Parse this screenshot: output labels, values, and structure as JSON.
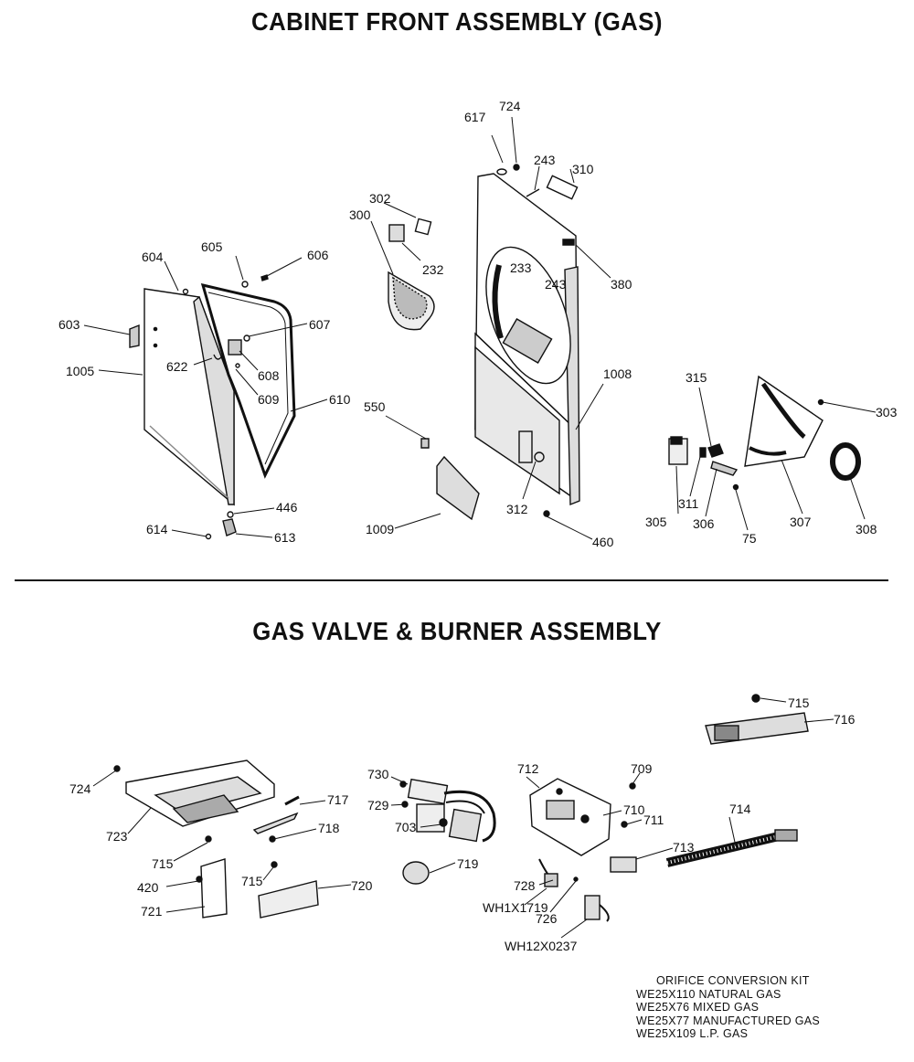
{
  "titles": {
    "cabinet": "CABINET FRONT ASSEMBLY (GAS)",
    "gas_valve": "GAS VALVE & BURNER ASSEMBLY"
  },
  "callouts": {
    "cabinet": [
      "617",
      "724",
      "243",
      "310",
      "302",
      "300",
      "232",
      "380",
      "233",
      "243",
      "604",
      "605",
      "606",
      "603",
      "607",
      "1005",
      "622",
      "608",
      "609",
      "610",
      "550",
      "1008",
      "315",
      "303",
      "446",
      "614",
      "613",
      "1009",
      "312",
      "460",
      "305",
      "311",
      "306",
      "75",
      "307",
      "308"
    ],
    "gas_valve": [
      "715",
      "716",
      "724",
      "723",
      "730",
      "729",
      "703",
      "712",
      "709",
      "710",
      "711",
      "714",
      "717",
      "718",
      "715",
      "715",
      "420",
      "721",
      "720",
      "719",
      "713",
      "728",
      "WH1X1719",
      "726",
      "WH12X0237"
    ]
  },
  "orifice_kit": {
    "title": "ORIFICE CONVERSION KIT",
    "items": [
      "WE25X110 NATURAL GAS",
      "WE25X76 MIXED GAS",
      "WE25X77 MANUFACTURED GAS",
      "WE25X109 L.P. GAS"
    ]
  }
}
